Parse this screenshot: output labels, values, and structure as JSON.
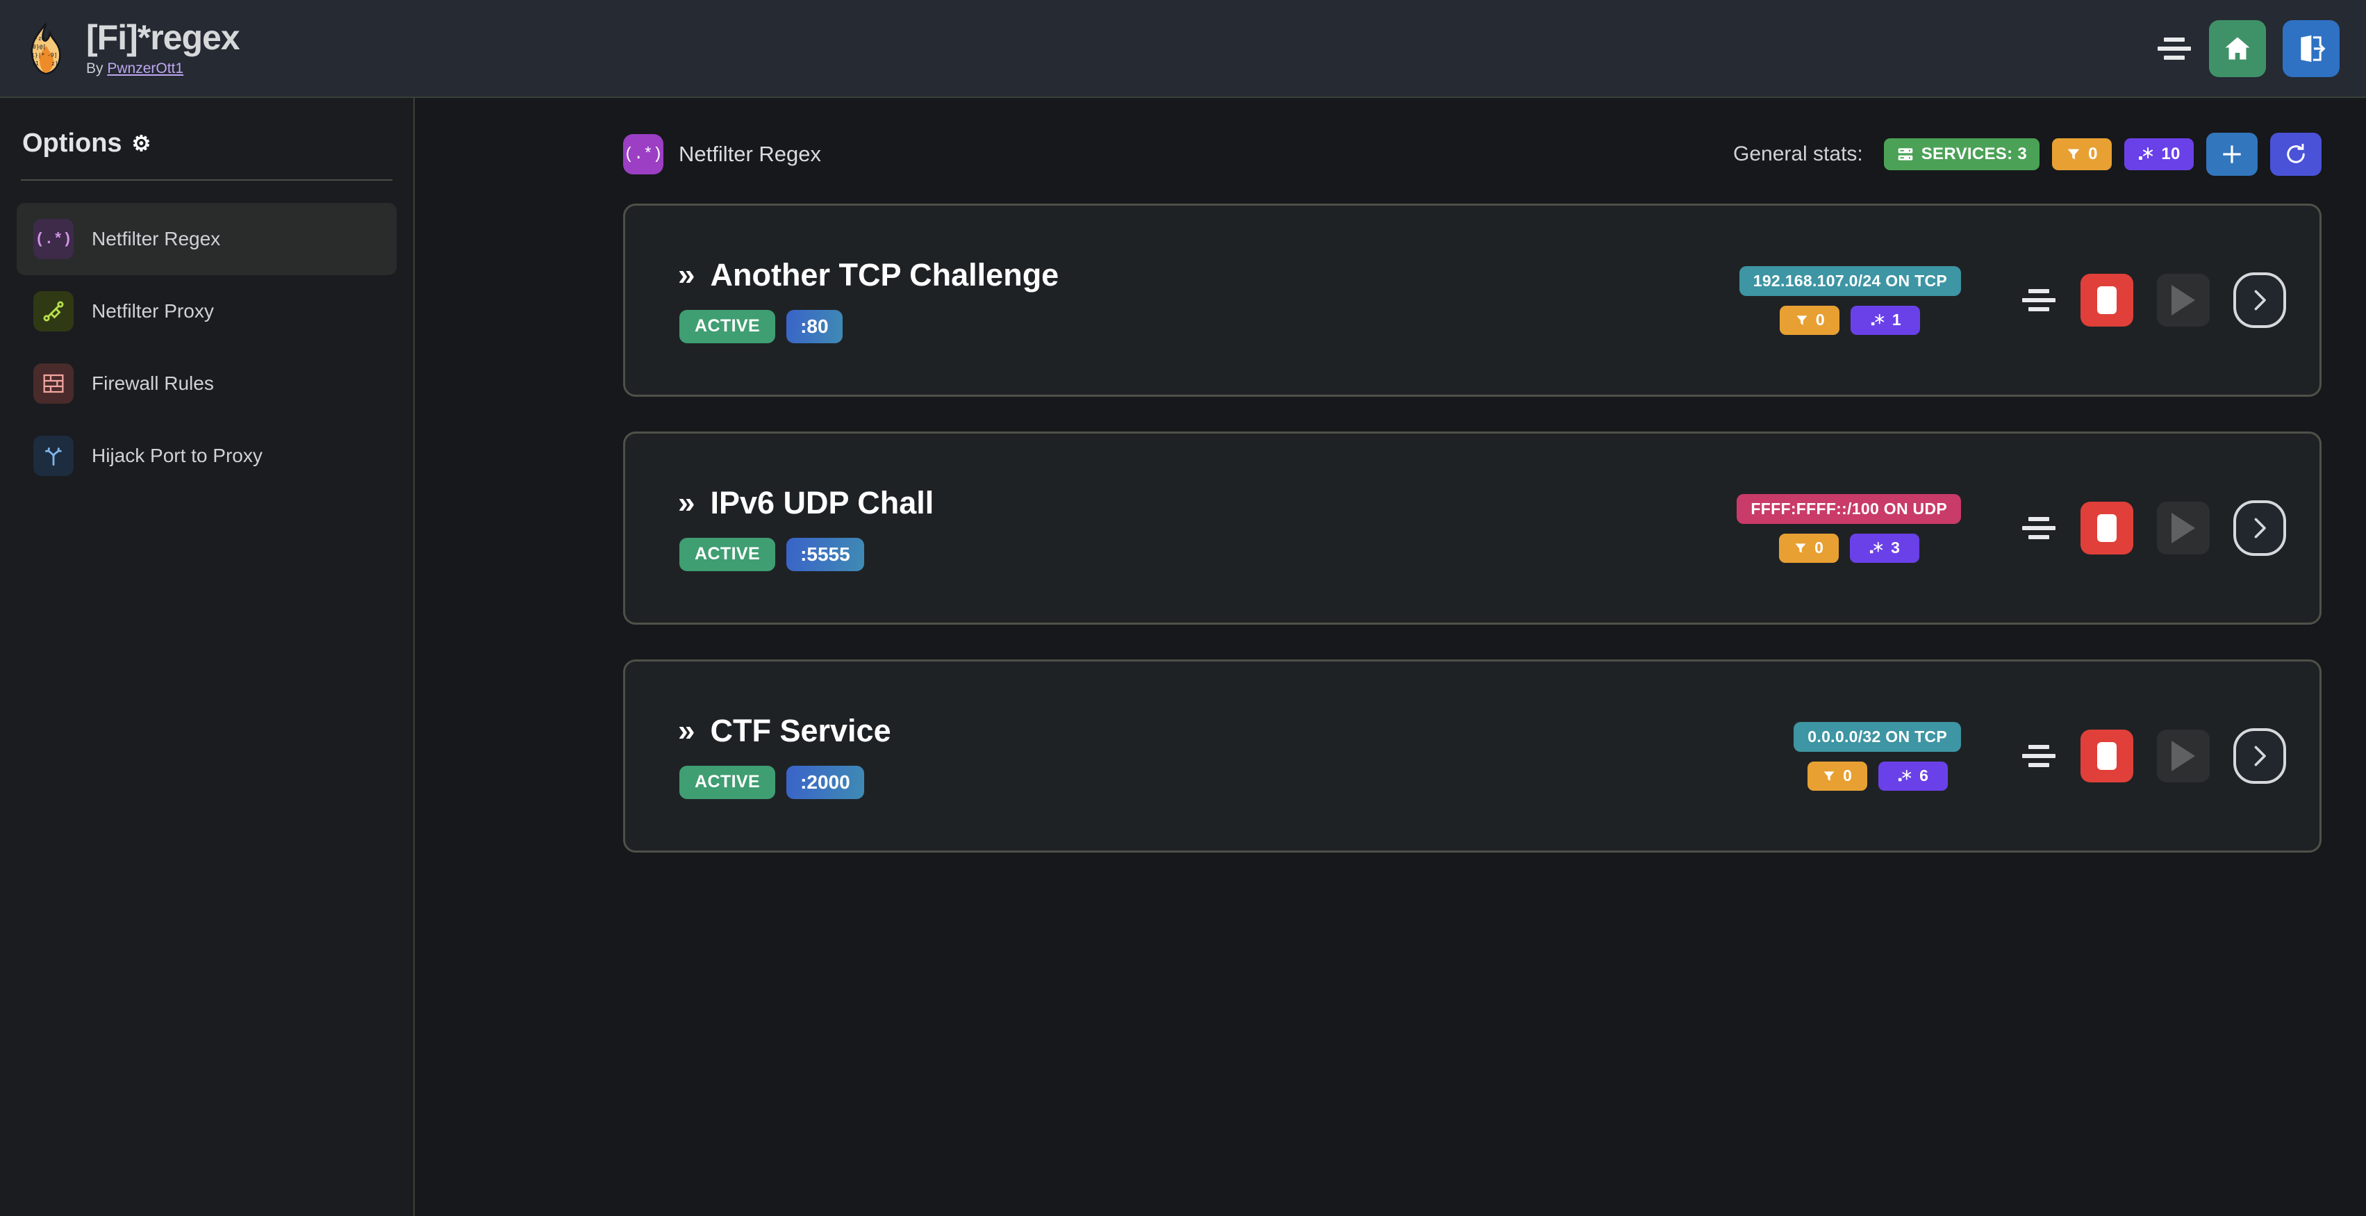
{
  "header": {
    "logo_icon": "flame-logo",
    "title": "[Fi]*regex",
    "by_prefix": "By ",
    "author": "PwnzerOtt1",
    "menu_icon": "align-center-icon",
    "home_icon": "home-icon",
    "logout_icon": "logout-icon"
  },
  "sidebar": {
    "title": "Options",
    "title_icon": "gear-icon",
    "items": [
      {
        "label": "Netfilter Regex",
        "icon": "regex-icon",
        "icon_text": "(.*)",
        "active": true
      },
      {
        "label": "Netfilter Proxy",
        "icon": "plug-icon",
        "icon_text": "",
        "active": false
      },
      {
        "label": "Firewall Rules",
        "icon": "brick-wall-icon",
        "icon_text": "",
        "active": false
      },
      {
        "label": "Hijack Port to Proxy",
        "icon": "route-fork-icon",
        "icon_text": "",
        "active": false
      }
    ]
  },
  "main": {
    "page_icon": "regex-icon",
    "page_icon_text": "(.*)",
    "page_title": "Netfilter Regex",
    "stats_label": "General stats:",
    "stats": {
      "services_icon": "server-icon",
      "services_label": "SERVICES: 3",
      "filters_icon": "filter-icon",
      "filters_value": "0",
      "regexes_icon": "regex-dot-star-icon",
      "regexes_value": "10"
    },
    "add_button_icon": "plus-icon",
    "refresh_button_icon": "refresh-icon"
  },
  "services": [
    {
      "chevron": "»",
      "name": "Another TCP Challenge",
      "status": "ACTIVE",
      "port": ":80",
      "network": "192.168.107.0/24 ON TCP",
      "proto": "tcp",
      "filters_value": "0",
      "regexes_value": "1",
      "drag_icon": "drag-handle-icon",
      "stop_icon": "stop-icon",
      "play_icon": "play-icon",
      "open_icon": "chevron-right-icon"
    },
    {
      "chevron": "»",
      "name": "IPv6 UDP Chall",
      "status": "ACTIVE",
      "port": ":5555",
      "network": "FFFF:FFFF::/100 ON UDP",
      "proto": "udp",
      "filters_value": "0",
      "regexes_value": "3",
      "drag_icon": "drag-handle-icon",
      "stop_icon": "stop-icon",
      "play_icon": "play-icon",
      "open_icon": "chevron-right-icon"
    },
    {
      "chevron": "»",
      "name": "CTF Service",
      "status": "ACTIVE",
      "port": ":2000",
      "network": "0.0.0.0/32 ON TCP",
      "proto": "tcp",
      "filters_value": "0",
      "regexes_value": "6",
      "drag_icon": "drag-handle-icon",
      "stop_icon": "stop-icon",
      "play_icon": "play-icon",
      "open_icon": "chevron-right-icon"
    }
  ],
  "colors": {
    "accent_purple": "#9c3fc4",
    "status_green": "#3f9e72",
    "stop_red": "#e04039",
    "net_tcp": "#3e95a3",
    "net_udp": "#c93b69",
    "filter_orange": "#e8a033",
    "regex_violet": "#6a41e8",
    "services_green": "#4ba156"
  }
}
